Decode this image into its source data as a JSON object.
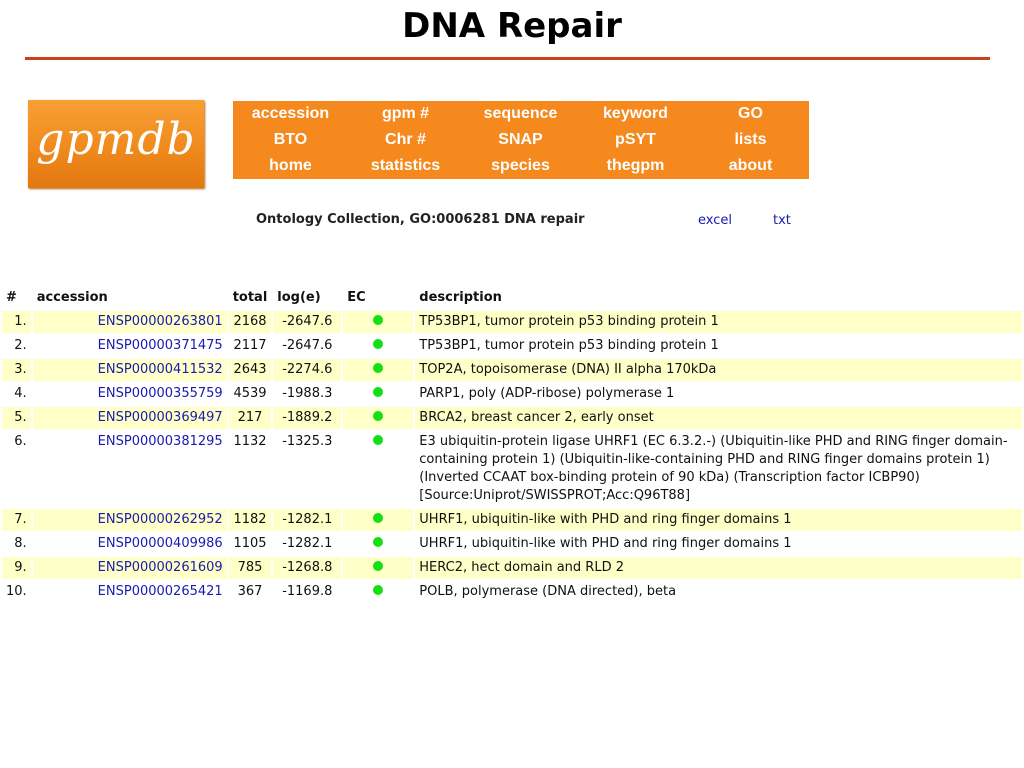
{
  "slide": {
    "title": "DNA Repair"
  },
  "logo": {
    "text": "gpmdb"
  },
  "nav": {
    "rows": [
      [
        "accession",
        "gpm #",
        "sequence",
        "keyword",
        "GO"
      ],
      [
        "BTO",
        "Chr #",
        "SNAP",
        "pSYT",
        "lists"
      ],
      [
        "home",
        "statistics",
        "species",
        "thegpm",
        "about"
      ]
    ]
  },
  "collection": {
    "label": "Ontology Collection, GO:0006281 DNA repair",
    "excel": "excel",
    "txt": "txt"
  },
  "colors": {
    "accent": "#f6891e",
    "link": "#1a1ab0",
    "row_highlight": "#ffffc8",
    "ec_dot": "#13e013",
    "rule": "#c8421b"
  },
  "table": {
    "headers": {
      "num": "#",
      "accession": "accession",
      "total": "total",
      "loge": "log(e)",
      "ec": "EC",
      "description": "description"
    },
    "rows": [
      {
        "num": "1.",
        "accession": "ENSP00000263801",
        "total": "2168",
        "loge": "-2647.6",
        "description": "TP53BP1, tumor protein p53 binding protein 1"
      },
      {
        "num": "2.",
        "accession": "ENSP00000371475",
        "total": "2117",
        "loge": "-2647.6",
        "description": "TP53BP1, tumor protein p53 binding protein 1"
      },
      {
        "num": "3.",
        "accession": "ENSP00000411532",
        "total": "2643",
        "loge": "-2274.6",
        "description": "TOP2A, topoisomerase (DNA) II alpha 170kDa"
      },
      {
        "num": "4.",
        "accession": "ENSP00000355759",
        "total": "4539",
        "loge": "-1988.3",
        "description": "PARP1, poly (ADP-ribose) polymerase 1"
      },
      {
        "num": "5.",
        "accession": "ENSP00000369497",
        "total": "217",
        "loge": "-1889.2",
        "description": "BRCA2, breast cancer 2, early onset"
      },
      {
        "num": "6.",
        "accession": "ENSP00000381295",
        "total": "1132",
        "loge": "-1325.3",
        "description": "E3 ubiquitin-protein ligase UHRF1 (EC 6.3.2.-) (Ubiquitin-like PHD and RING finger domain-containing protein 1) (Ubiquitin-like-containing PHD and RING finger domains protein 1) (Inverted CCAAT box-binding protein of 90 kDa) (Transcription factor ICBP90) [Source:Uniprot/SWISSPROT;Acc:Q96T88]"
      },
      {
        "num": "7.",
        "accession": "ENSP00000262952",
        "total": "1182",
        "loge": "-1282.1",
        "description": "UHRF1, ubiquitin-like with PHD and ring finger domains 1"
      },
      {
        "num": "8.",
        "accession": "ENSP00000409986",
        "total": "1105",
        "loge": "-1282.1",
        "description": "UHRF1, ubiquitin-like with PHD and ring finger domains 1"
      },
      {
        "num": "9.",
        "accession": "ENSP00000261609",
        "total": "785",
        "loge": "-1268.8",
        "description": "HERC2, hect domain and RLD 2"
      },
      {
        "num": "10.",
        "accession": "ENSP00000265421",
        "total": "367",
        "loge": "-1169.8",
        "description": "POLB, polymerase (DNA directed), beta"
      }
    ]
  }
}
